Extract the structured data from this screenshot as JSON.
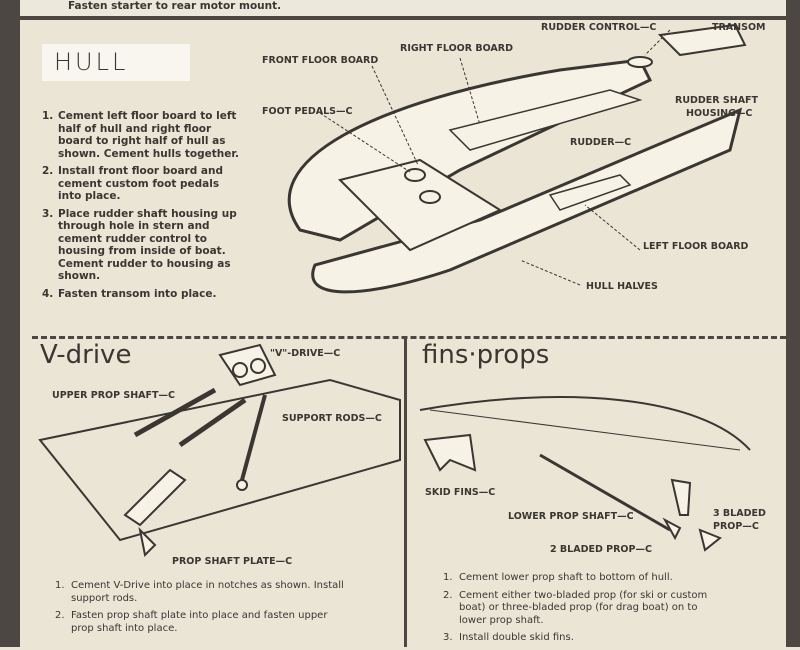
{
  "top_instruction": "Fasten starter to rear motor mount.",
  "hull": {
    "title": "HULL",
    "steps": [
      {
        "n": "1.",
        "text": "Cement left floor board to left half of hull and right floor board to right half of hull as shown. Cement hulls together."
      },
      {
        "n": "2.",
        "text": "Install front floor board and cement custom foot pedals into place."
      },
      {
        "n": "3.",
        "text": "Place rudder shaft housing up through hole in stern and cement rudder control to housing from inside of boat. Cement rudder to housing as shown."
      },
      {
        "n": "4.",
        "text": "Fasten transom into place."
      }
    ],
    "labels": {
      "front_floor_board": "FRONT FLOOR BOARD",
      "right_floor_board": "RIGHT FLOOR BOARD",
      "rudder_control": "RUDDER CONTROL—C",
      "transom": "TRANSOM",
      "foot_pedals": "FOOT PEDALS—C",
      "rudder_shaft_housing_1": "RUDDER SHAFT",
      "rudder_shaft_housing_2": "HOUSING—C",
      "rudder": "RUDDER—C",
      "left_floor_board": "LEFT FLOOR BOARD",
      "hull_halves": "HULL HALVES"
    }
  },
  "vdrive": {
    "title": "V-drive",
    "labels": {
      "v_drive": "\"V\"-DRIVE—C",
      "upper_prop_shaft": "UPPER PROP SHAFT—C",
      "support_rods": "SUPPORT RODS—C",
      "prop_shaft_plate": "PROP SHAFT PLATE—C"
    },
    "steps": [
      {
        "n": "1.",
        "text": "Cement V-Drive into place in notches as shown. Install support rods."
      },
      {
        "n": "2.",
        "text": "Fasten prop shaft plate into place and fasten upper prop shaft into place."
      }
    ]
  },
  "fins_props": {
    "title": "fins·props",
    "labels": {
      "skid_fins": "SKID FINS—C",
      "lower_prop_shaft": "LOWER PROP SHAFT—C",
      "two_bladed_prop": "2 BLADED PROP—C",
      "three_bladed_1": "3 BLADED",
      "three_bladed_2": "PROP—C"
    },
    "steps": [
      {
        "n": "1.",
        "text": "Cement lower prop shaft to bottom of hull."
      },
      {
        "n": "2.",
        "text": "Cement either two-bladed prop (for ski or custom boat) or three-bladed prop (for drag boat) on to lower prop shaft."
      },
      {
        "n": "3.",
        "text": "Install double skid fins."
      }
    ]
  }
}
